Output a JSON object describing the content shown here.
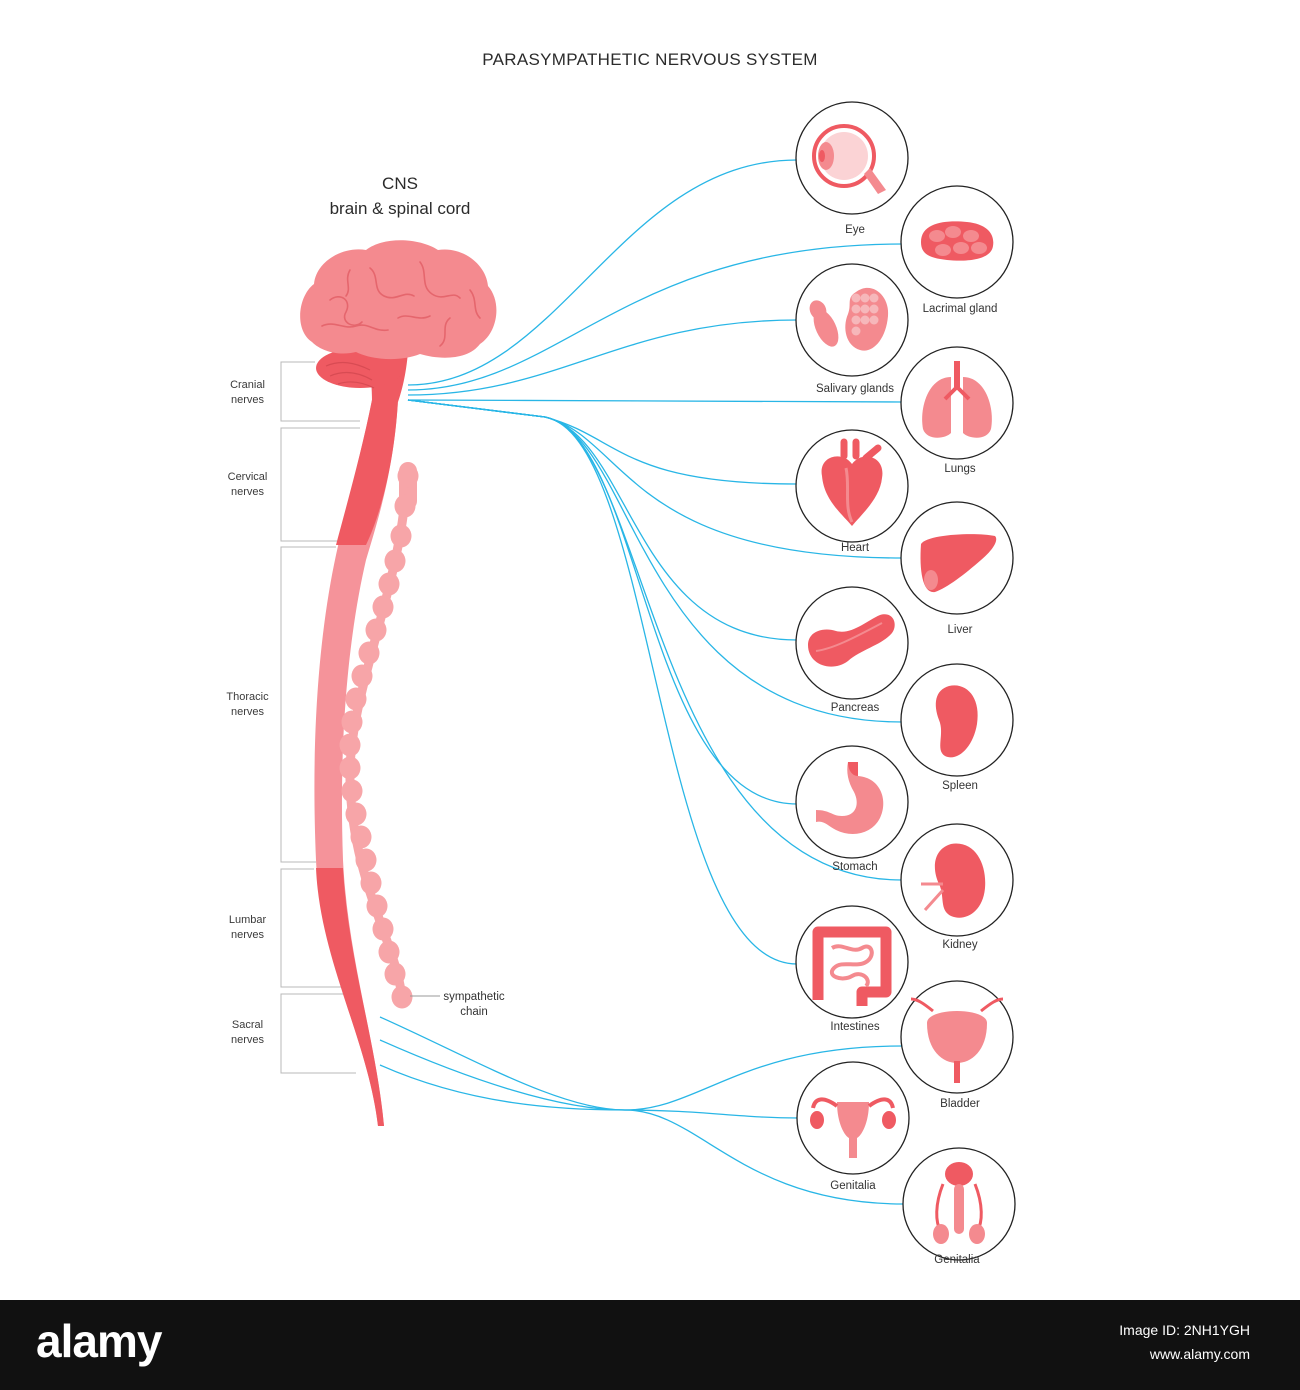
{
  "title": "PARASYMPATHETIC NERVOUS SYSTEM",
  "cns": {
    "title": "CNS",
    "subtitle": "brain & spinal cord"
  },
  "spinal_segments": [
    {
      "line1": "Cranial",
      "line2": "nerves"
    },
    {
      "line1": "Cervical",
      "line2": "nerves"
    },
    {
      "line1": "Thoracic",
      "line2": "nerves"
    },
    {
      "line1": "Lumbar",
      "line2": "nerves"
    },
    {
      "line1": "Sacral",
      "line2": "nerves"
    }
  ],
  "sympathetic_chain": {
    "line1": "sympathetic",
    "line2": "chain"
  },
  "organs": [
    {
      "label": "Eye",
      "icon": "eye-icon"
    },
    {
      "label": "Lacrimal gland",
      "icon": "lacrimal-gland-icon"
    },
    {
      "label": "Salivary glands",
      "icon": "salivary-glands-icon"
    },
    {
      "label": "Lungs",
      "icon": "lungs-icon"
    },
    {
      "label": "Heart",
      "icon": "heart-icon"
    },
    {
      "label": "Liver",
      "icon": "liver-icon"
    },
    {
      "label": "Pancreas",
      "icon": "pancreas-icon"
    },
    {
      "label": "Spleen",
      "icon": "spleen-icon"
    },
    {
      "label": "Stomach",
      "icon": "stomach-icon"
    },
    {
      "label": "Kidney",
      "icon": "kidney-icon"
    },
    {
      "label": "Intestines",
      "icon": "intestines-icon"
    },
    {
      "label": "Bladder",
      "icon": "bladder-icon"
    },
    {
      "label": "Genitalia",
      "icon": "female-genitalia-icon"
    },
    {
      "label": "Genitalia",
      "icon": "male-genitalia-icon"
    }
  ],
  "colors": {
    "nerve": "#29b6e6",
    "organ_dark": "#ef5a62",
    "organ_mid": "#f48a8f",
    "organ_light": "#f7a5a8",
    "cord_dark": "#ef5a62",
    "cord_light": "#f5939a"
  },
  "footer": {
    "logo": "alamy",
    "image_id": "Image ID: 2NH1YGH",
    "url": "www.alamy.com"
  }
}
